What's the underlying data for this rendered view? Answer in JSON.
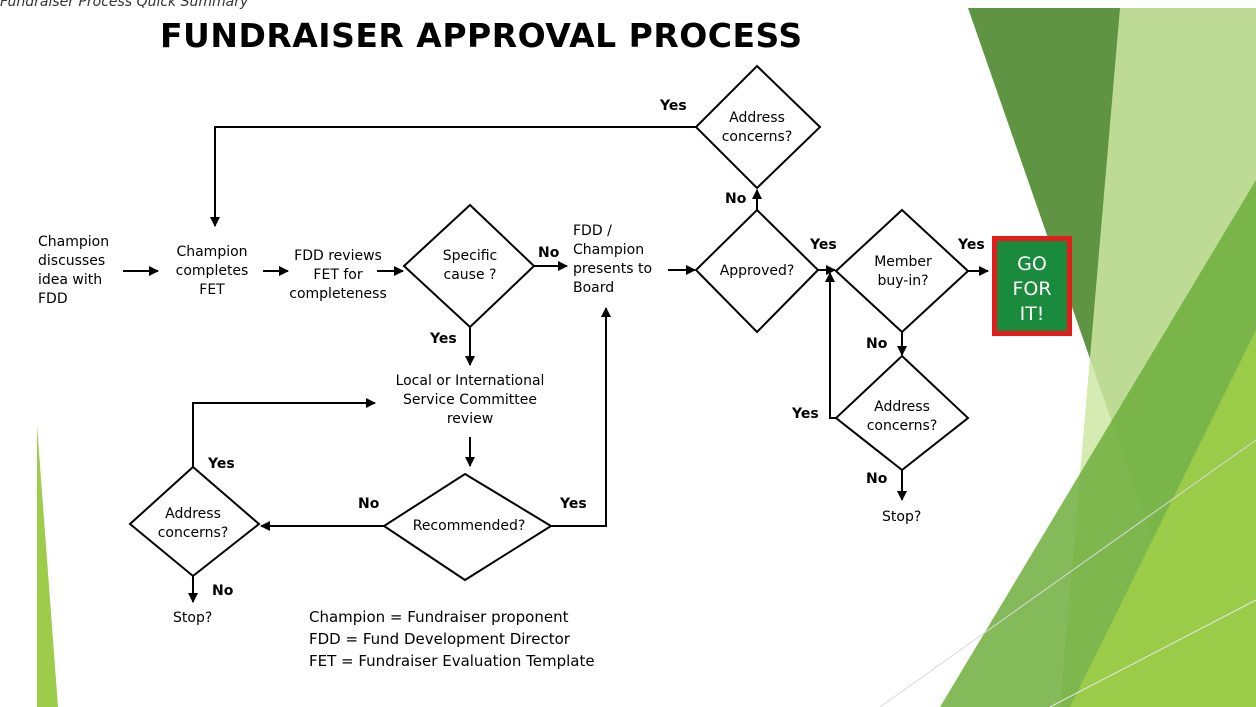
{
  "slide": {
    "title": "FUNDRAISER APPROVAL PROCESS",
    "top_cut_text": "Fundraiser Process Quick Summary"
  },
  "colors": {
    "green_dark": "#4e8a2e",
    "green_mid": "#6fae3c",
    "green_light": "#9ccc4a",
    "green_pale": "#cfe8a4",
    "go_fill": "#1a8a3c",
    "go_border": "#e41c1c"
  },
  "nodes": {
    "discuss": {
      "lines": [
        "Champion",
        "discusses",
        "idea with",
        "FDD"
      ]
    },
    "completes": {
      "lines": [
        "Champion",
        "completes",
        "FET"
      ]
    },
    "reviews": {
      "lines": [
        "FDD reviews",
        "FET for",
        "completeness"
      ]
    },
    "specific_cause": {
      "lines": [
        "Specific",
        "cause ?"
      ]
    },
    "presents": {
      "lines": [
        "FDD /",
        "Champion",
        "presents to",
        "Board"
      ]
    },
    "approved": {
      "lines": [
        "Approved?"
      ]
    },
    "address_top": {
      "lines": [
        "Address",
        "concerns?"
      ]
    },
    "member_buyin": {
      "lines": [
        "Member",
        "buy-in?"
      ]
    },
    "go": {
      "lines": [
        "GO",
        "FOR",
        "IT!"
      ]
    },
    "address_right": {
      "lines": [
        "Address",
        "concerns?"
      ]
    },
    "stop_right": {
      "lines": [
        "Stop?"
      ]
    },
    "committee": {
      "lines": [
        "Local or International",
        "Service Committee",
        "review"
      ]
    },
    "recommended": {
      "lines": [
        "Recommended?"
      ]
    },
    "address_left": {
      "lines": [
        "Address",
        "concerns?"
      ]
    },
    "stop_left": {
      "lines": [
        "Stop?"
      ]
    }
  },
  "edge_labels": {
    "top_yes": "Yes",
    "approved_no": "No",
    "cause_no": "No",
    "approved_yes": "Yes",
    "buyin_yes": "Yes",
    "buyin_no": "No",
    "right_loop_yes": "Yes",
    "right_address_no": "No",
    "cause_yes": "Yes",
    "left_loop_yes": "Yes",
    "recommended_no": "No",
    "recommended_yes": "Yes",
    "left_address_no": "No"
  },
  "legend": [
    "Champion = Fundraiser proponent",
    "FDD = Fund Development Director",
    "FET = Fundraiser Evaluation Template"
  ]
}
